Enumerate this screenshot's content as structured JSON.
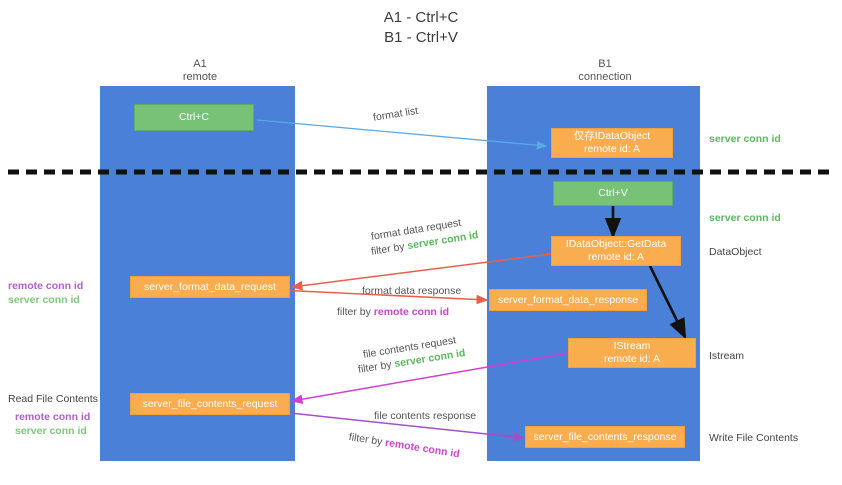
{
  "title": {
    "line1": "A1 - Ctrl+C",
    "line2": "B1 - Ctrl+V"
  },
  "columns": [
    {
      "name": "A1",
      "role": "remote"
    },
    {
      "name": "B1",
      "role": "connection"
    }
  ],
  "colors": {
    "lane": "#4a80d8",
    "green_box": "#77c277",
    "orange_box": "#f9ad4e",
    "server_conn_id": "#5cb85c",
    "remote_conn_id": "#b05fd0",
    "arrow_blue": "#5aa9e6",
    "arrow_red": "#e8604c",
    "arrow_magenta": "#d23fd2",
    "arrow_purple": "#a64ec8",
    "arrow_black": "#111111",
    "divider": "#111111"
  },
  "boxes": {
    "ctrl_c": {
      "label": "Ctrl+C"
    },
    "ctrl_v": {
      "label": "Ctrl+V"
    },
    "idataobject_saved": {
      "line1": "仅存IDataObject",
      "line2": "remote id: A"
    },
    "idataobject_getdata": {
      "line1": "IDataObject::GetData",
      "line2": "remote id: A"
    },
    "istream": {
      "line1": "IStream",
      "line2": "remote id: A"
    },
    "server_format_data_request": {
      "label": "server_format_data_request"
    },
    "server_format_data_response": {
      "label": "server_format_data_response"
    },
    "server_file_contents_request": {
      "label": "server_file_contents_request"
    },
    "server_file_contents_response": {
      "label": "server_file_contents_response"
    }
  },
  "edge_labels": {
    "format_list": "format list",
    "format_data_request": "format data request",
    "format_data_request_filter_prefix": "filter by ",
    "format_data_request_filter_key": "server conn id",
    "format_data_response": "format data response",
    "format_data_response_filter_prefix": "filter by ",
    "format_data_response_filter_key": "remote conn id",
    "file_contents_request": "file contents request",
    "file_contents_request_filter_prefix": "filter by ",
    "file_contents_request_filter_key": "server conn id",
    "file_contents_response": "file contents response",
    "file_contents_response_filter_prefix": "filter by ",
    "file_contents_response_filter_key": "remote conn id"
  },
  "right_notes": {
    "server_conn_id_top": "server conn id",
    "server_conn_id_mid": "server conn id",
    "dataobject": "DataObject",
    "istream": "Istream",
    "write_file_contents": "Write File Contents"
  },
  "left_notes": {
    "mid_remote": "remote conn id",
    "mid_server": "server conn id",
    "read_file_contents": "Read File Contents",
    "low_remote": "remote conn id",
    "low_server": "server conn id"
  }
}
